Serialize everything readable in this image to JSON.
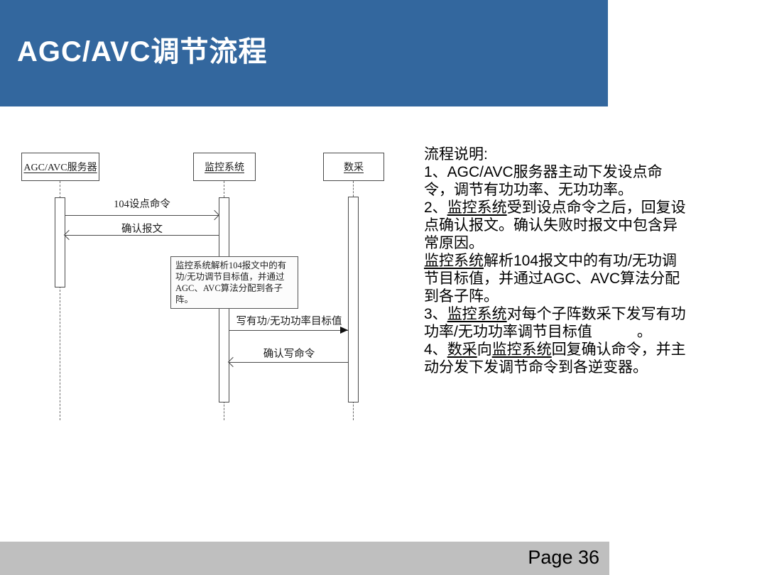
{
  "header": {
    "title": "AGC/AVC调节流程"
  },
  "footer": {
    "page_label": "Page 36"
  },
  "diagram": {
    "lifelines": [
      {
        "label": "AGC/AVC服务器"
      },
      {
        "label": "监控系统"
      },
      {
        "label": "数采"
      }
    ],
    "messages": [
      {
        "label": "104设点命令",
        "from": "AGC/AVC服务器",
        "to": "监控系统",
        "arrow": "open-right"
      },
      {
        "label": "确认报文",
        "from": "监控系统",
        "to": "AGC/AVC服务器",
        "arrow": "open-left"
      },
      {
        "label": "写有功/无功功率目标值",
        "from": "监控系统",
        "to": "数采",
        "arrow": "filled-right"
      },
      {
        "label": "确认写命令",
        "from": "数采",
        "to": "监控系统",
        "arrow": "open-left"
      }
    ],
    "note": "监控系统解析104报文中的有功/无功调节目标值，并通过AGC、AVC算法分配到各子阵。"
  },
  "description": {
    "heading": "流程说明:",
    "paragraphs": [
      [
        {
          "t": "1、AGC/AVC服务器主动下发设点命令，调节有功功率、无功功率。"
        }
      ],
      [
        {
          "t": "2、"
        },
        {
          "t": "监控系统",
          "u": true
        },
        {
          "t": "受到设点命令之后，回复设点确认报文。确认失败时报文中包含异常原因。"
        }
      ],
      [
        {
          "t": "监控系统",
          "u": true
        },
        {
          "t": "解析104报文中的有功/无功调节目标值，并通过AGC、AVC算法分配到各子阵。"
        }
      ],
      [
        {
          "t": "3、"
        },
        {
          "t": "监控系统",
          "u": true
        },
        {
          "t": "对每个子阵数采下发写有功功率/无功功率调节目标值　　　。"
        }
      ],
      [
        {
          "t": "4、"
        },
        {
          "t": "数采",
          "u": true
        },
        {
          "t": "向"
        },
        {
          "t": "监控系统",
          "u": true
        },
        {
          "t": "回复确认命令，并主动分发下发调节命令到各逆变器。"
        }
      ]
    ]
  },
  "colors": {
    "header_blue": "#33679E",
    "footer_gray": "#BFBFBF",
    "diagram_line": "#4a4a4a"
  }
}
